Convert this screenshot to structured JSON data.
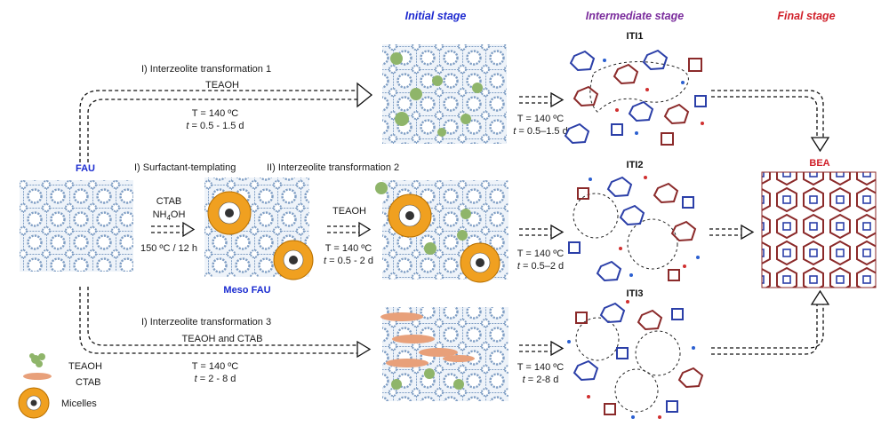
{
  "stages": {
    "initial": "Initial stage",
    "intermediate": "Intermediate stage",
    "final": "Final stage"
  },
  "colors": {
    "stage_initial": "#1f2bd0",
    "stage_intermediate": "#7a2b9c",
    "stage_final": "#d0202a",
    "framework_blue": "#7f9ec4",
    "bea_red": "#8b2a2a",
    "micelle_orange": "#f0a020",
    "teaoh_green": "#8fb56a",
    "ctab_salmon": "#e8a07a"
  },
  "route1": {
    "title": "I) Interzeolite transformation 1",
    "reagent": "TEAOH",
    "temp": "T = 140 ºC",
    "time_var": "t",
    "time_val": " = 0.5 - 1.5 d",
    "inter_temp": "T = 140 ºC",
    "inter_time_var": "t",
    "inter_time_val": " = 0.5–1.5 d"
  },
  "route2": {
    "surf_title": "I) Surfactant-templating",
    "surf_reagent1": "CTAB",
    "surf_reagent2_main": "NH",
    "surf_reagent2_sub": "4",
    "surf_reagent2_end": "OH",
    "surf_cond": "150 ºC / 12 h",
    "title": "II) Interzeolite transformation 2",
    "reagent": "TEAOH",
    "temp": "T = 140 ºC",
    "time_var": "t",
    "time_val": " = 0.5 - 2 d",
    "inter_temp": "T = 140 ºC",
    "inter_time_var": "t",
    "inter_time_val": " = 0.5–2 d"
  },
  "route3": {
    "title": "I) Interzeolite transformation 3",
    "reagent": "TEAOH and CTAB",
    "temp": "T = 140 ºC",
    "time_var": "t",
    "time_val": " = 2 - 8 d",
    "inter_temp": "T = 140 ºC",
    "inter_time_var": "t",
    "inter_time_val": " = 2-8 d"
  },
  "labels": {
    "fau": "FAU",
    "meso_fau": "Meso FAU",
    "bea": "BEA",
    "iti1": "ITI1",
    "iti2": "ITI2",
    "iti3": "ITI3"
  },
  "legend": {
    "teaoh": "TEAOH",
    "ctab": "CTAB",
    "micelles": "Micelles"
  },
  "micelle": {
    "charge_plus": "+",
    "charge_minus": "-"
  }
}
